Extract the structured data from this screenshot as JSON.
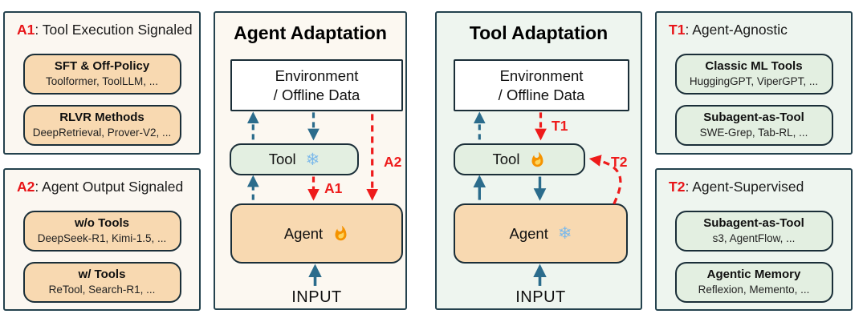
{
  "separator": ": ",
  "icons": {
    "snowflake": "❄",
    "flame": "flame-shape"
  },
  "colors": {
    "accent_red": "#e81418",
    "arrow_teal": "#2b6c8c",
    "warm_method_box": "#f8d9b1",
    "green_method_box": "#e3efe1",
    "warm_panel_bg": "#fbf7f1",
    "cool_panel_bg": "#eef5ef",
    "border_dark": "#1a2e38"
  },
  "legend_panels": {
    "a1": {
      "tag": "A1",
      "title": "Tool Execution Signaled",
      "boxes": [
        {
          "title": "SFT & Off-Policy",
          "examples": "Toolformer, ToolLLM, ..."
        },
        {
          "title": "RLVR Methods",
          "examples": "DeepRetrieval, Prover-V2, ..."
        }
      ]
    },
    "a2": {
      "tag": "A2",
      "title": "Agent Output Signaled",
      "boxes": [
        {
          "title": "w/o Tools",
          "examples": "DeepSeek-R1, Kimi-1.5, ..."
        },
        {
          "title": "w/ Tools",
          "examples": "ReTool, Search-R1, ..."
        }
      ]
    },
    "t1": {
      "tag": "T1",
      "title": "Agent-Agnostic",
      "boxes": [
        {
          "title": "Classic ML Tools",
          "examples": "HuggingGPT, ViperGPT, ..."
        },
        {
          "title": "Subagent-as-Tool",
          "examples": "SWE-Grep, Tab-RL, ..."
        }
      ]
    },
    "t2": {
      "tag": "T2",
      "title": "Agent-Supervised",
      "boxes": [
        {
          "title": "Subagent-as-Tool",
          "examples": "s3, AgentFlow, ..."
        },
        {
          "title": "Agentic Memory",
          "examples": "Reflexion, Memento, ..."
        }
      ]
    }
  },
  "diagrams": {
    "agent_adaptation": {
      "title": "Agent Adaptation",
      "environment_line1": "Environment",
      "environment_line2": "/ Offline Data",
      "tool_label": "Tool",
      "agent_label": "Agent",
      "input_label": "INPUT",
      "signal_1": "A1",
      "signal_2": "A2"
    },
    "tool_adaptation": {
      "title": "Tool Adaptation",
      "environment_line1": "Environment",
      "environment_line2": "/ Offline Data",
      "tool_label": "Tool",
      "agent_label": "Agent",
      "input_label": "INPUT",
      "signal_1": "T1",
      "signal_2": "T2"
    }
  }
}
